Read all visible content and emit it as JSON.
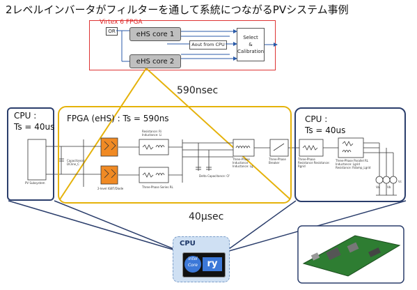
{
  "title": "2レベルインバータがフィルターを通して系統につながるPVシステム事例",
  "fpga_block": {
    "chip_label": "Virtex 6 FPGA",
    "or_label": "OR",
    "core1": "eHS core 1",
    "core2": "eHS core 2",
    "aout": "Aout from CPU",
    "select_lines": [
      "Select",
      "&",
      "Calibration"
    ]
  },
  "timing": {
    "fpga_step": "590nsec",
    "cpu_step": "40µsec"
  },
  "cpu_left": {
    "line1": "CPU :",
    "line2": "Ts = 40us"
  },
  "fpga_ehs": {
    "label": "FPGA (eHS) : Ts = 590ns"
  },
  "cpu_right": {
    "line1": "CPU :",
    "line2": "Ts = 40us"
  },
  "cpu_bottom": {
    "label": "CPU",
    "chip_text": "ry",
    "logo_text": "intel Core"
  },
  "circuit_labels": {
    "pv": "PV Subsystem",
    "cap_dc": "Capacitance: DCline_C",
    "igbt": "2-level IGBT/Diode",
    "rl1": "Resistance: Ri Inductance: Li",
    "series_rl": "Three-Phase Series RL",
    "cf": "Delta Capacitance: Cf",
    "lg": "Three-Phase Inductance Inductance: Lg",
    "breaker": "Three-Phase Breaker",
    "rgrid": "Three-Phase Resistance Resistance: Rgrid",
    "parallel_rl": "Three-Phase Parallel RL Inductance: Lgrid Resistance: Rdamp_Lgrid",
    "va": "Va",
    "vb": "Vb",
    "vc": "Vc"
  },
  "colors": {
    "fpga_border": "#dd3333",
    "fpga_ehs_border": "#e5b20a",
    "cpu_border": "#2a3d6b",
    "cpu_bottom_fill": "#cfe0f3",
    "igbt_orange": "#f08a24"
  }
}
